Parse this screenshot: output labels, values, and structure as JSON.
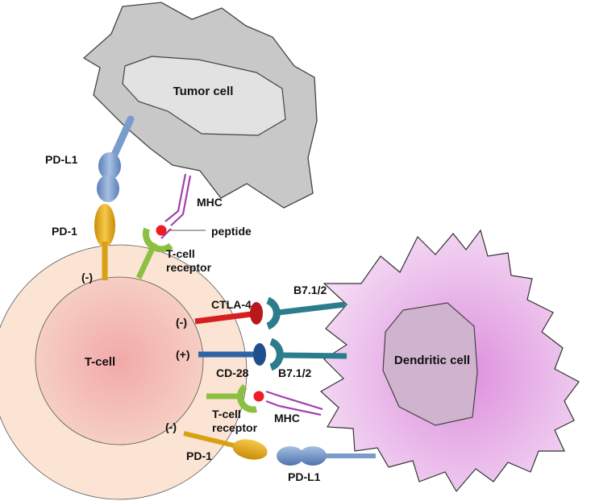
{
  "cells": {
    "tumor": "Tumor cell",
    "tcell": "T-cell",
    "dendritic": "Dendritic cell"
  },
  "labels": {
    "pdl1_top": "PD-L1",
    "pd1_top": "PD-1",
    "mhc_top": "MHC",
    "peptide": "peptide",
    "tcr_top_line1": "T-cell",
    "tcr_top_line2": "receptor",
    "minus_pd1_top": "(-)",
    "ctla4": "CTLA-4",
    "b71_top": "B7.1/2",
    "minus_ctla4": "(-)",
    "plus_cd28": "(+)",
    "cd28": "CD-28",
    "b71_bottom": "B7.1/2",
    "tcr_bottom_line1": "T-cell",
    "tcr_bottom_line2": "receptor",
    "mhc_bottom": "MHC",
    "minus_pd1_bottom": "(-)",
    "pd1_bottom": "PD-1",
    "pdl1_bottom": "PD-L1"
  },
  "colors": {
    "tumor_body": "#c8c8c8",
    "tumor_nucleus": "#e2e2e2",
    "tcell_outer": "#fbe4d3",
    "tcell_inner": "#f3c4bd",
    "dendritic_body": "#e9bde9",
    "dendritic_nucleus": "#cfb3cf",
    "pdl1": "#7a9ccd",
    "pd1": "#e6ac14",
    "tcr": "#8cc043",
    "mhc": "#a23fb0",
    "peptide": "#ee1c24",
    "ctla4": "#d5201f",
    "cd28": "#2e63a5",
    "b7": "#2b7c8c"
  }
}
